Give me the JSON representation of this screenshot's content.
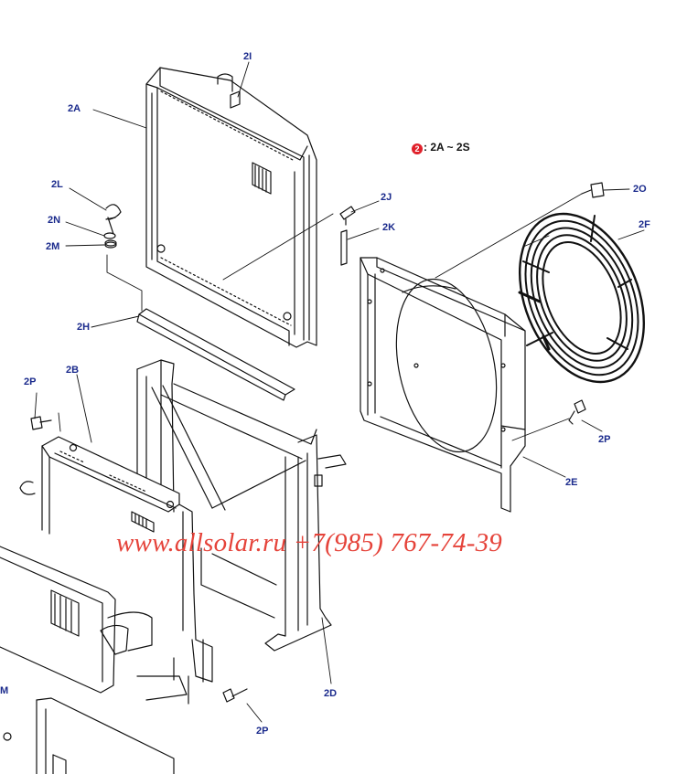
{
  "legend": {
    "badge": "2",
    "text": ": 2A ~ 2S"
  },
  "watermark": {
    "text": "www.allsolar.ru +7(985) 767-74-39"
  },
  "callouts": {
    "c2I": "2I",
    "c2A": "2A",
    "c2J": "2J",
    "c2K": "2K",
    "c2L": "2L",
    "c2N": "2N",
    "c2M": "2M",
    "c2O": "2O",
    "c2F": "2F",
    "c2H": "2H",
    "c2B": "2B",
    "c2P_left": "2P",
    "c2P_right": "2P",
    "c2E": "2E",
    "c2D": "2D",
    "c2P_bottom": "2P",
    "cM_edge": "M"
  },
  "colors": {
    "callout": "#1a2a8c",
    "watermark": "#e5433a",
    "badge": "#e0202a",
    "line": "#111111"
  }
}
